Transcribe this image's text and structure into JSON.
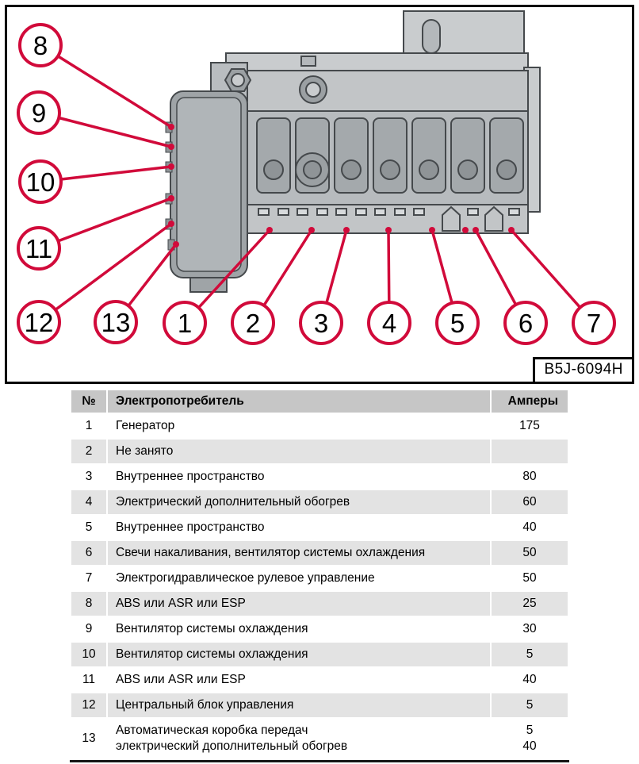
{
  "diagram": {
    "code_label": "B5J-6094H",
    "callouts": [
      "8",
      "9",
      "10",
      "11",
      "12",
      "13",
      "1",
      "2",
      "3",
      "4",
      "5",
      "6",
      "7"
    ]
  },
  "table": {
    "headers": {
      "num": "№",
      "consumer": "Электропотребитель",
      "amps": "Амперы"
    },
    "rows": [
      {
        "num": "1",
        "consumer": "Генератор",
        "amps": "175"
      },
      {
        "num": "2",
        "consumer": "Не занято",
        "amps": ""
      },
      {
        "num": "3",
        "consumer": "Внутреннее пространство",
        "amps": "80"
      },
      {
        "num": "4",
        "consumer": "Электрический дополнительный обогрев",
        "amps": "60"
      },
      {
        "num": "5",
        "consumer": "Внутреннее пространство",
        "amps": "40"
      },
      {
        "num": "6",
        "consumer": "Свечи накаливания, вентилятор системы охлаждения",
        "amps": "50"
      },
      {
        "num": "7",
        "consumer": "Электрогидравлическое рулевое управление",
        "amps": "50"
      },
      {
        "num": "8",
        "consumer": "ABS или ASR или ESP",
        "amps": "25"
      },
      {
        "num": "9",
        "consumer": "Вентилятор системы охлаждения",
        "amps": "30"
      },
      {
        "num": "10",
        "consumer": "Вентилятор системы охлаждения",
        "amps": "5"
      },
      {
        "num": "11",
        "consumer": "ABS или ASR или ESP",
        "amps": "40"
      },
      {
        "num": "12",
        "consumer": "Центральный блок управления",
        "amps": "5"
      },
      {
        "num": "13",
        "consumer": "Автоматическая коробка передач\nэлектрический дополнительный обогрев",
        "amps": "5\n40"
      }
    ]
  },
  "colors": {
    "callout_red": "#d10a3a",
    "table_header_bg": "#c6c6c6",
    "table_stripe_bg": "#e3e3e3",
    "drawing_gray": "#c9ccce"
  }
}
